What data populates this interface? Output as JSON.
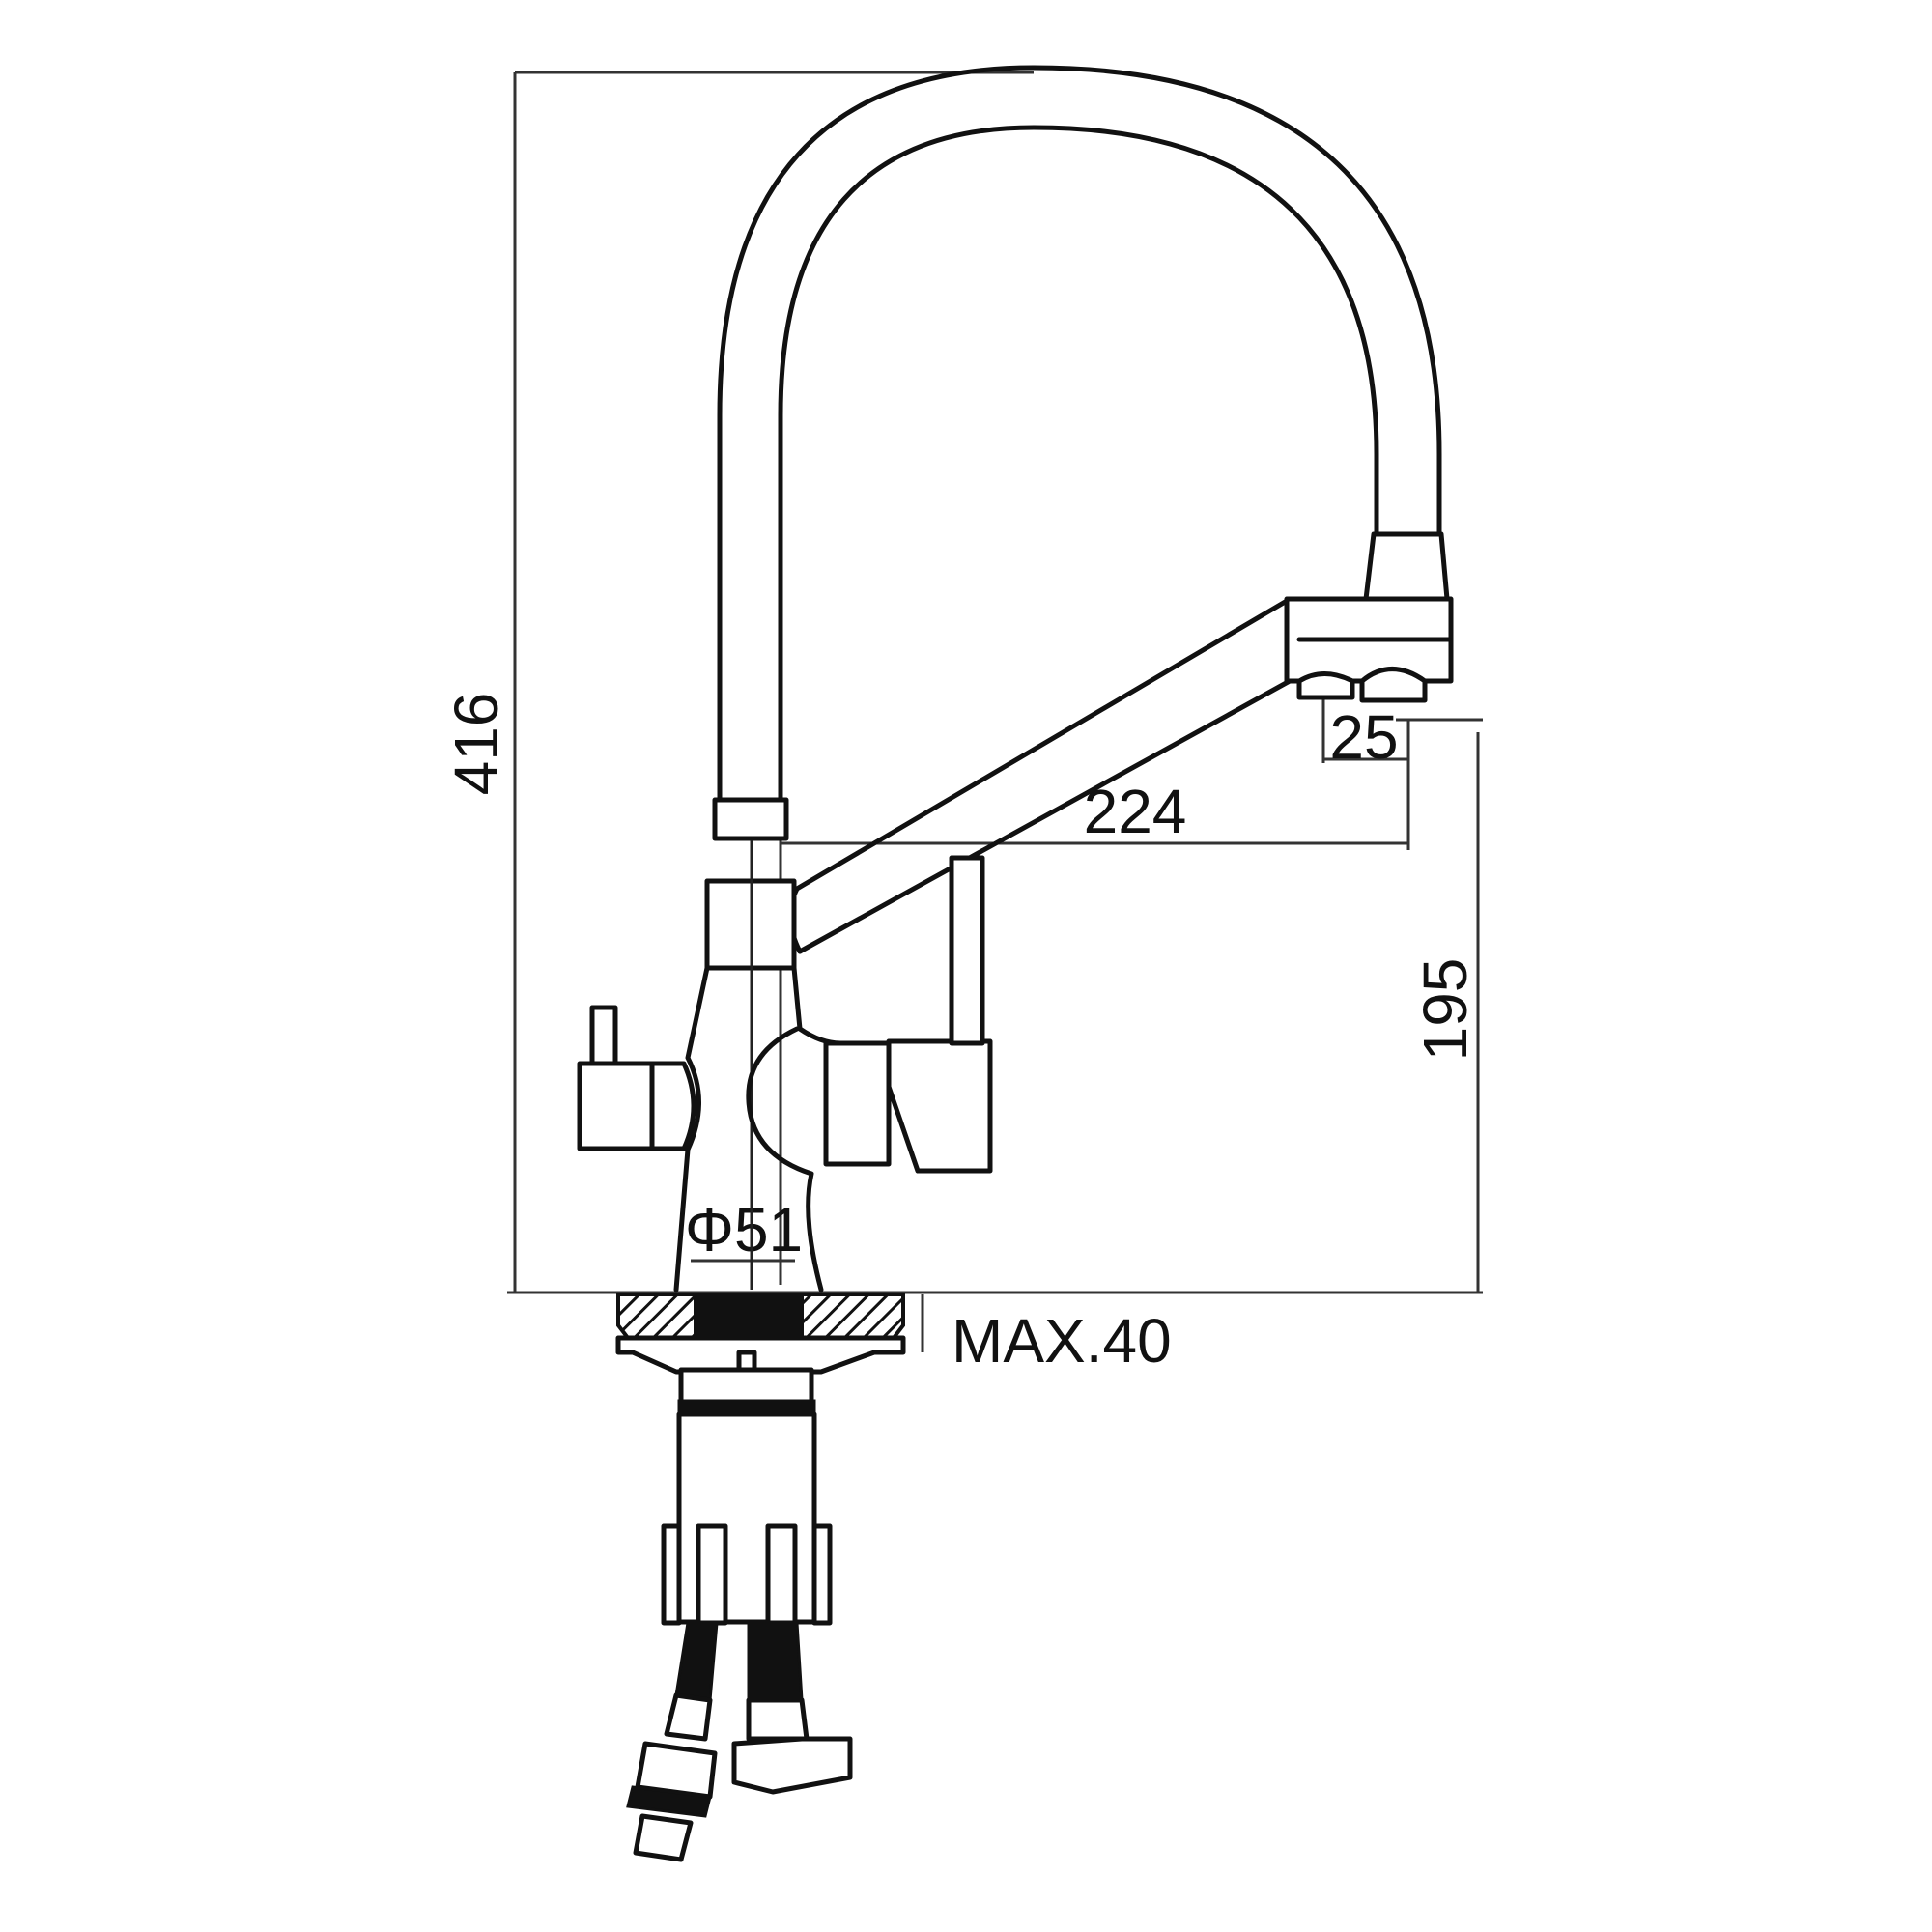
{
  "drawing": {
    "subject": "Kitchen faucet with pull-out spout and filter lever — side elevation technical drawing",
    "dimensions": {
      "total_height": "416",
      "spout_reach": "224",
      "aerator_offset": "25",
      "spout_height": "195",
      "base_diameter": "Φ51",
      "max_counter_thickness": "MAX.40"
    },
    "units": "mm",
    "colors": {
      "line": "#111111",
      "background": "#ffffff"
    }
  }
}
